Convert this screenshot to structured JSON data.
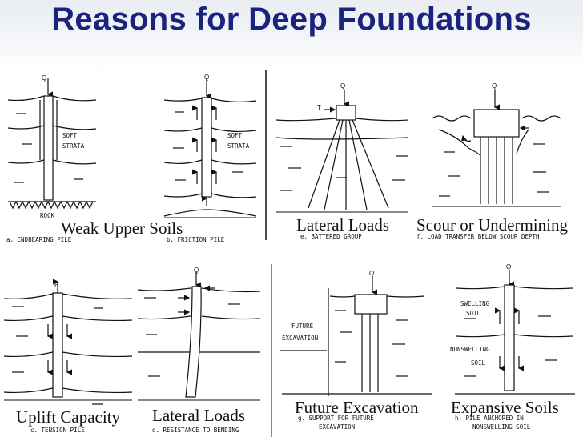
{
  "title": "Reasons for Deep Foundations",
  "panels": {
    "a": {
      "load": "Q",
      "soil_label_1": "SOFT",
      "soil_label_2": "STRATA",
      "base": "ROCK",
      "caption": "a.  ENDBEARING PILE"
    },
    "b": {
      "load": "Q",
      "soil_label_1": "SOFT",
      "soil_label_2": "STRATA",
      "caption": "b.  FRICTION PILE"
    },
    "c": {
      "load": "P",
      "caption": "c.  TENSION PILE"
    },
    "d": {
      "load": "Q",
      "caption": "d.  RESISTANCE TO BENDING"
    },
    "e": {
      "load": "Q",
      "lateral": "T",
      "caption": "e.  BATTERED GROUP"
    },
    "f": {
      "load": "Q",
      "caption": "f.  LOAD TRANSFER BELOW SCOUR DEPTH"
    },
    "g": {
      "load": "Q",
      "side_label_1": "FUTURE",
      "side_label_2": "EXCAVATION",
      "caption_1": "g.  SUPPORT FOR FUTURE",
      "caption_2": "EXCAVATION"
    },
    "h": {
      "load": "Q",
      "soil_label_1": "SWELLING",
      "soil_label_2": "SOIL",
      "soil_label_3": "NONSWELLING",
      "soil_label_4": "SOIL",
      "caption_1": "h.  PILE ANCHORED IN",
      "caption_2": "NONSWELLING SOIL"
    }
  },
  "reasons": {
    "weak_upper_soils": "Weak Upper Soils",
    "lateral_loads_1": "Lateral Loads",
    "scour": "Scour or Undermining",
    "uplift": "Uplift Capacity",
    "lateral_loads_2": "Lateral Loads",
    "future_excavation": "Future Excavation",
    "expansive_soils": "Expansive Soils"
  }
}
